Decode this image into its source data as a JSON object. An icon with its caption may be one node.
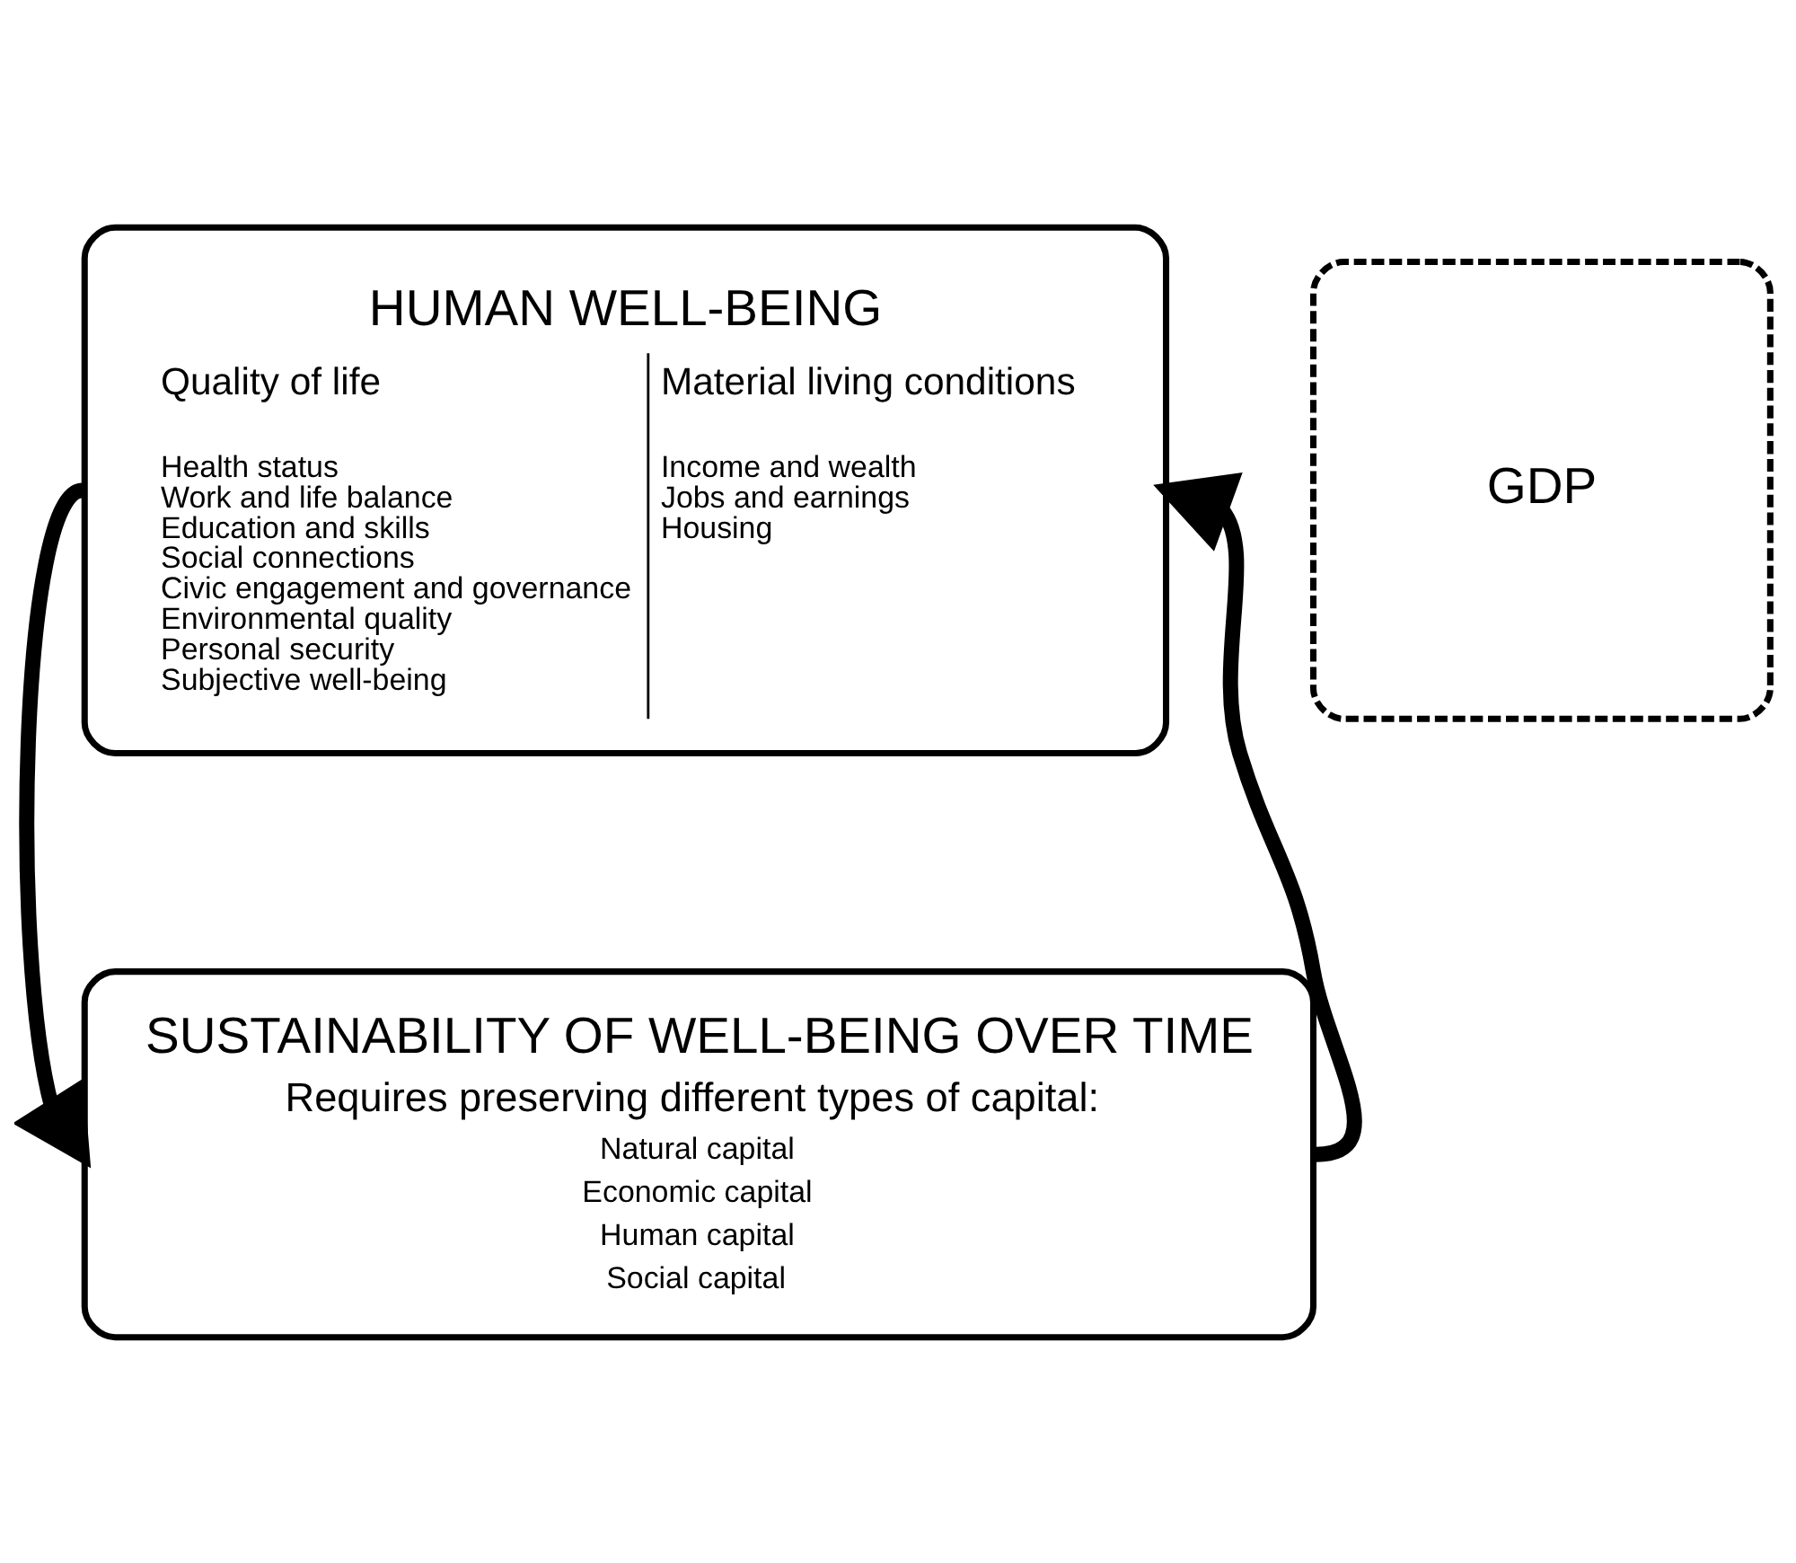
{
  "diagram": {
    "nodes": [
      {
        "text": [
          "HUMAN WELL-BEING",
          "Quality of life",
          "Health status",
          "Work and life balance",
          "Education and skills",
          "Social connections",
          "Civic engagement and governance",
          "Environmental quality",
          "Personal security",
          "Subjective well-being",
          "Material living conditions",
          "Income and wealth",
          "Jobs and earnings",
          "Housing"
        ]
      },
      {
        "text": [
          "GDP"
        ]
      },
      {
        "text": [
          "SUSTAINABILITY OF WELL-BEING OVER TIME",
          "Requires preserving different types of capital:",
          "Natural capital",
          "Economic capital",
          "Human capital",
          "Social capital"
        ]
      }
    ],
    "edges": [
      {
        "from": 0,
        "to": 2,
        "arrow": "to"
      },
      {
        "from": 2,
        "to": 0,
        "arrow": "to"
      }
    ]
  }
}
